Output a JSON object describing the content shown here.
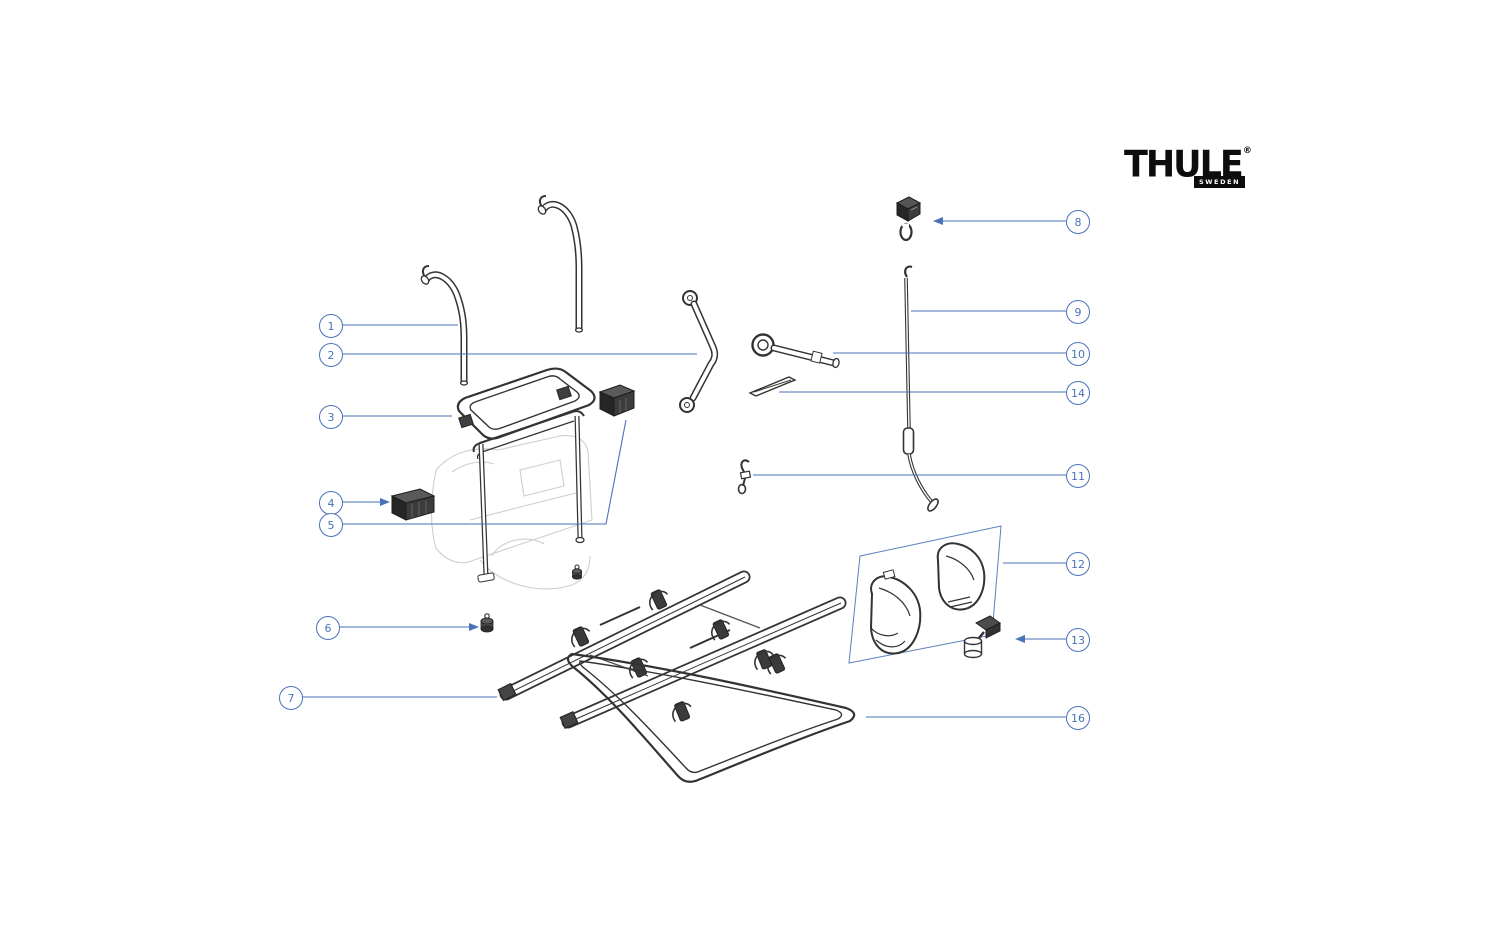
{
  "brand": {
    "name": "THULE",
    "registered": "®",
    "subtitle": "SWEDEN"
  },
  "callouts": [
    {
      "label": "1"
    },
    {
      "label": "2"
    },
    {
      "label": "3"
    },
    {
      "label": "4"
    },
    {
      "label": "5"
    },
    {
      "label": "6"
    },
    {
      "label": "7"
    },
    {
      "label": "8"
    },
    {
      "label": "9"
    },
    {
      "label": "10"
    },
    {
      "label": "14"
    },
    {
      "label": "11"
    },
    {
      "label": "12"
    },
    {
      "label": "13"
    },
    {
      "label": "16"
    }
  ],
  "colors": {
    "accent": "#4a72b8",
    "line_art": "#333333",
    "ghost": "#c9c9c9",
    "dark_part": "#3c3c3c"
  }
}
